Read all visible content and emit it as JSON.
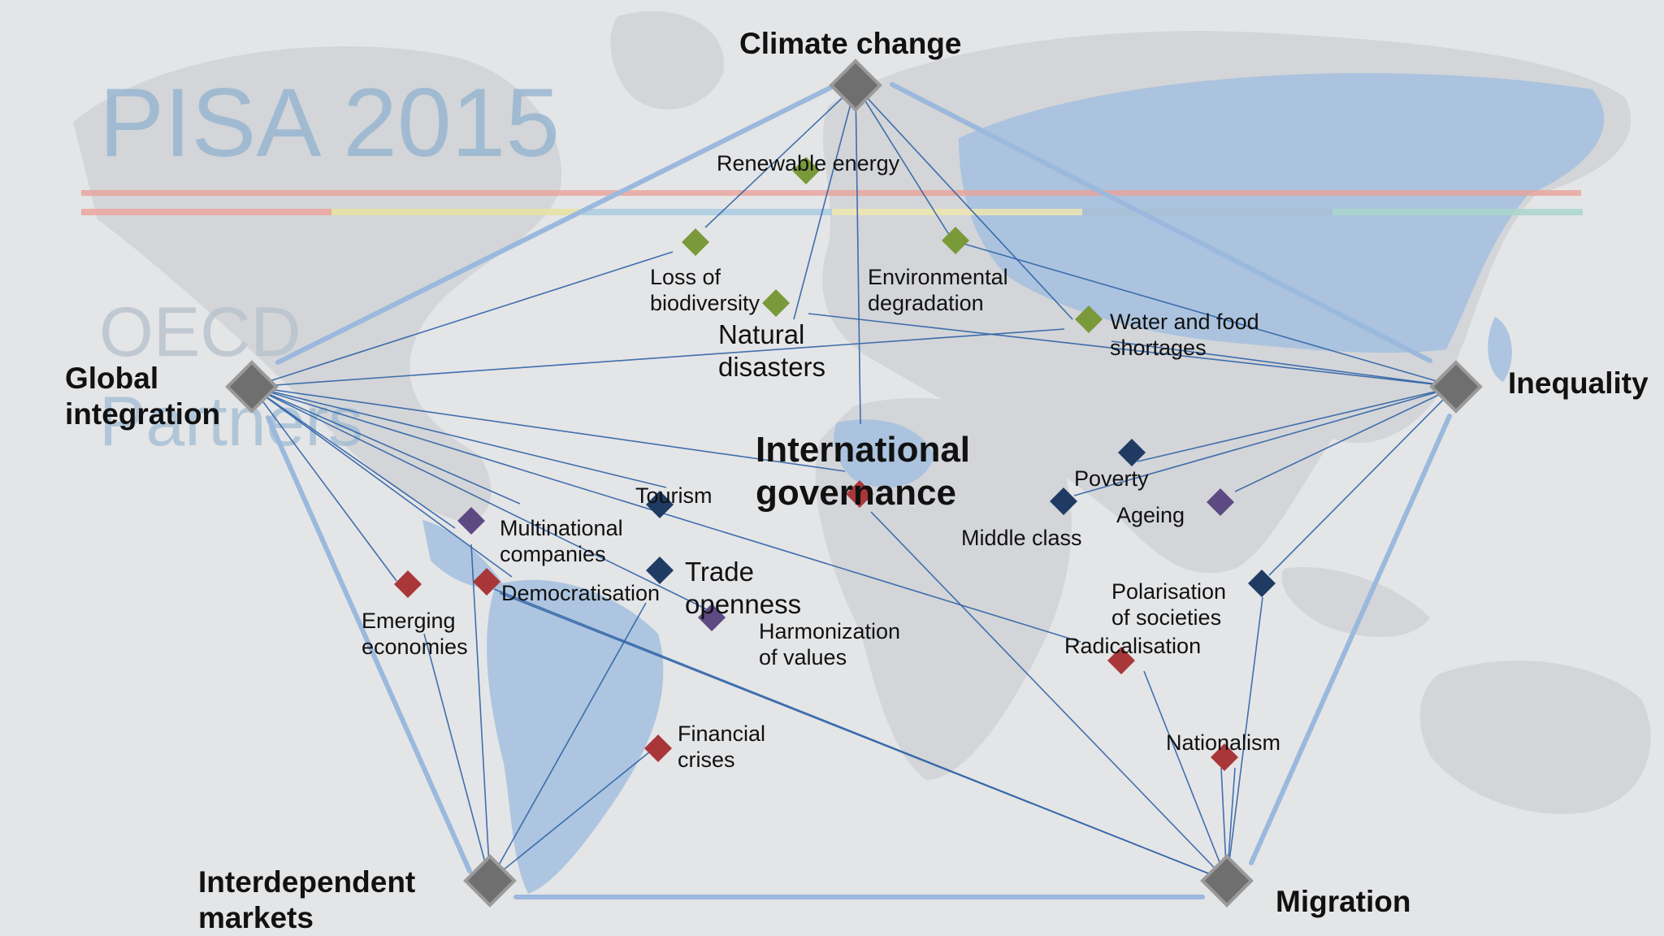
{
  "watermark": {
    "title": "PISA 2015",
    "subtitle_1": "OECD",
    "subtitle_2": "Partners"
  },
  "colors": {
    "hub": "#6f6f6f",
    "hub_stroke": "#9a9a9a",
    "green": "#7a9a3a",
    "blue": "#1f3b63",
    "purple": "#5e4a82",
    "red": "#a9373a",
    "thin_line": "#2f63a7",
    "thick_line": "#9bb8dd"
  },
  "hubs": {
    "climate": "Climate change",
    "global": "Global\nintegration",
    "inequality": "Inequality",
    "interdependent": "Interdependent\nmarkets",
    "migration": "Migration"
  },
  "nodes": {
    "renewable": "Renewable energy",
    "biodiversity": "Loss of\nbiodiversity",
    "environmental": "Environmental\ndegradation",
    "natural": "Natural\ndisasters",
    "water": "Water and food\nshortages",
    "international": "International\ngovernance",
    "poverty": "Poverty",
    "middle_class": "Middle class",
    "ageing": "Ageing",
    "tourism": "Tourism",
    "multinational": "Multinational\ncompanies",
    "trade": "Trade\nopenness",
    "democratisation": "Democratisation",
    "emerging": "Emerging\neconomies",
    "harmonization": "Harmonization\nof values",
    "polarisation": "Polarisation\nof societies",
    "radicalisation": "Radicalisation",
    "financial": "Financial\ncrises",
    "nationalism": "Nationalism"
  }
}
